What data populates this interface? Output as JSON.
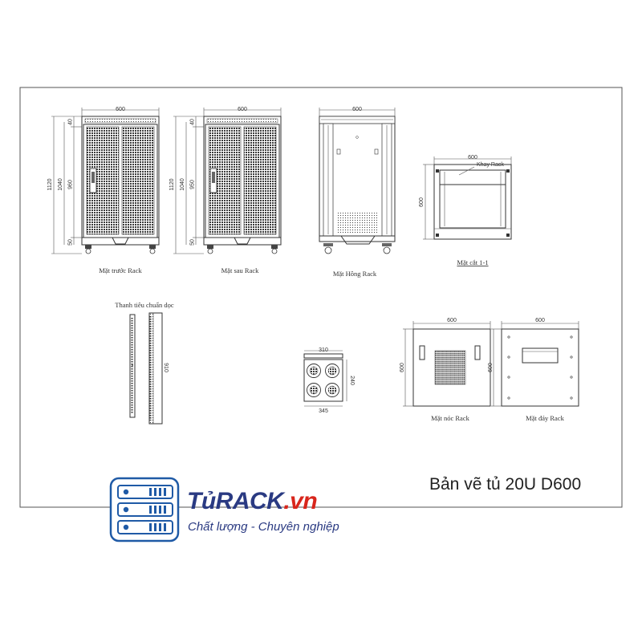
{
  "drawing": {
    "title": "Bản vẽ tủ 20U D600",
    "views": {
      "front": {
        "caption": "Mặt trước Rack",
        "width": "600",
        "h_total": "1120",
        "h_body": "1040",
        "h_inner": "960",
        "top": "40",
        "bottom": "50"
      },
      "rear": {
        "caption": "Mặt sau Rack",
        "width": "600",
        "h_total": "1120",
        "h_body": "1040",
        "h_inner": "950",
        "top": "40",
        "bottom": "50"
      },
      "side": {
        "caption": "Mặt Hông Rack",
        "width": "600"
      },
      "section": {
        "caption": "Mặt cắt 1-1",
        "width": "600",
        "depth": "600",
        "tray_label": "Khay Rack"
      },
      "rail": {
        "caption": "Thanh tiêu chuẩn dọc",
        "length": "910"
      },
      "fan": {
        "top": "310",
        "side": "240",
        "bottom": "345"
      },
      "top": {
        "caption": "Mặt nóc Rack",
        "width": "600",
        "depth": "600"
      },
      "bottom": {
        "caption": "Mặt đáy Rack",
        "width": "600",
        "depth": "600"
      }
    }
  },
  "logo": {
    "icon": "server-rack-icon",
    "brand_part1": "Tủ",
    "brand_part2": "RACK",
    "brand_part3": ".vn",
    "slogan": "Chất lượng - Chuyên nghiệp",
    "colors": {
      "navy": "#2a3a82",
      "red": "#d8261c",
      "blue": "#1f5aa6"
    }
  }
}
